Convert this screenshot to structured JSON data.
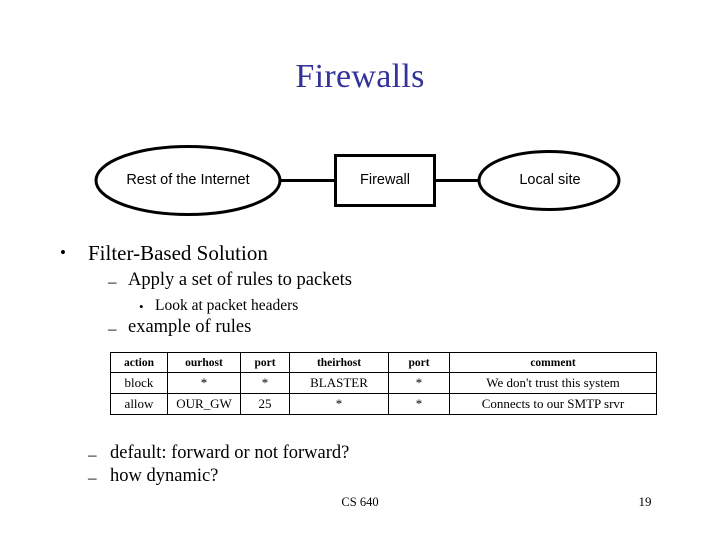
{
  "slide": {
    "title": "Firewalls",
    "title_color": "#333399",
    "background_color": "#ffffff",
    "footer_center": "CS 640",
    "page_number": "19"
  },
  "diagram": {
    "nodes": [
      {
        "id": "internet",
        "label": "Rest of the Internet",
        "shape": "ellipse"
      },
      {
        "id": "firewall",
        "label": "Firewall",
        "shape": "rectangle"
      },
      {
        "id": "localsite",
        "label": "Local site",
        "shape": "ellipse"
      }
    ],
    "connectors": [
      {
        "from": "internet",
        "to": "firewall"
      },
      {
        "from": "firewall",
        "to": "localsite"
      }
    ]
  },
  "bullets": {
    "top": [
      {
        "level": 1,
        "marker": "•",
        "text": "Filter-Based Solution"
      },
      {
        "level": 2,
        "marker": "–",
        "text": "Apply a set of rules to packets"
      },
      {
        "level": 3,
        "marker": "•",
        "text": "Look at packet headers"
      },
      {
        "level": 2,
        "marker": "–",
        "text": "example of rules"
      }
    ],
    "bottom": [
      {
        "level": 2,
        "marker": "–",
        "text": "default: forward or not forward?"
      },
      {
        "level": 2,
        "marker": "–",
        "text": "how dynamic?"
      }
    ]
  },
  "rules_table": {
    "headers": [
      "action",
      "ourhost",
      "port",
      "theirhost",
      "port",
      "comment"
    ],
    "rows": [
      [
        "block",
        "*",
        "*",
        "BLASTER",
        "*",
        "We don't trust this system"
      ],
      [
        "allow",
        "OUR_GW",
        "25",
        "*",
        "*",
        "Connects to our SMTP srvr"
      ]
    ]
  }
}
